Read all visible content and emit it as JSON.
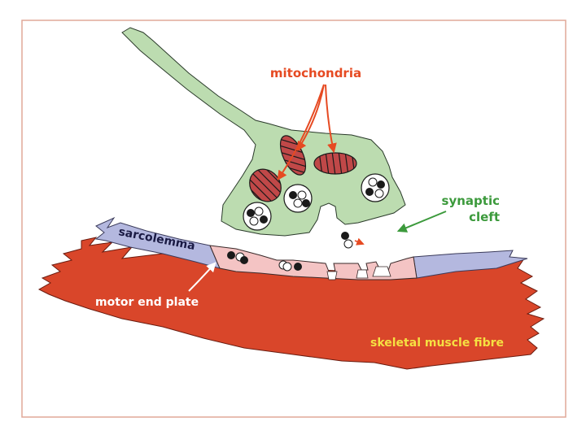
{
  "labels": {
    "mitochondria": "mitochondria",
    "synaptic_line1": "synaptic",
    "synaptic_line2": "cleft",
    "sarcolemma": "sarcolemma",
    "motor_end_plate": "motor end plate",
    "skeletal_muscle_fibre": "skeletal muscle fibre"
  },
  "colors": {
    "frame": "#e0a898",
    "muscle": "#d9462a",
    "sarcolemma": "#b4b8df",
    "end_plate": "#f4c4c4",
    "terminal": "#bcdcb0",
    "mito_fill": "#c04848",
    "mito_stripe": "#1a1a1a",
    "arrow_red": "#e64a22",
    "arrow_green": "#3c9a3c",
    "label_red": "#e64a22",
    "label_green": "#3c9a3c",
    "label_white": "#ffffff",
    "label_yellow": "#f5e042",
    "label_dark": "#1a1a44"
  }
}
